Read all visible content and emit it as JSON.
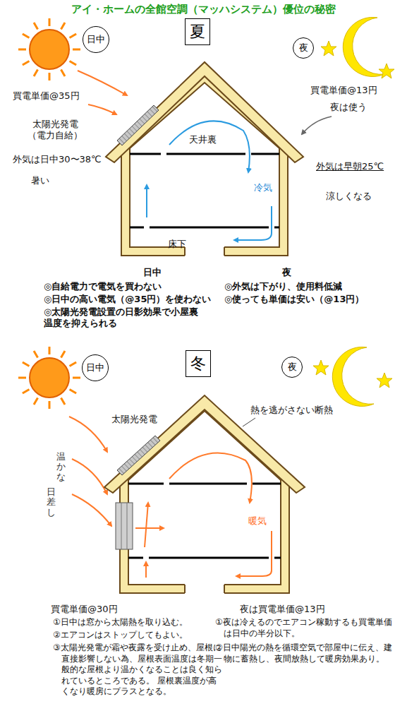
{
  "diagram": {
    "title": "アイ・ホームの全館空調（マッハシステム）優位の秘密",
    "nodes": [
      {
        "text": [
          "夏"
        ]
      },
      {
        "text": [
          "日中"
        ]
      },
      {
        "text": [
          "夜"
        ]
      },
      {
        "text": [
          "冬"
        ]
      },
      {
        "text": [
          "日中"
        ]
      },
      {
        "text": [
          "夜"
        ]
      }
    ],
    "labels": [
      "買電単価@35円",
      "太陽光発電 （電力自給）",
      "外気は日中30〜38℃",
      "暑い",
      "天井裏",
      "冷気",
      "床下",
      "買電単価@13円",
      "夜は使う",
      "外気は早朝25℃",
      "涼しくなる",
      "日中",
      "夜",
      "◎自給電力で電気を買わない",
      "◎日中の高い電気（@35円）を使わない",
      "◎太陽光発電設置の日影効果で小屋裏 温度を抑えられる",
      "◎外気は下がり、使用料低減",
      "◎使っても単価は安い（@13円）",
      "太陽光発電",
      "熱を逃がさない断熱",
      "温かな",
      "日差し",
      "暖気",
      "買電単価@30円",
      "夜は買電単価@13円",
      "①日中は窓から太陽熱を取り込む。",
      "②エアコンはストップしてもよい。",
      "③太陽光発電が霜や夜露を受け止め、屋根に直接影響しない為、屋根表面温度は冬期一般的な屋根より温かくなることは良く知られているところである。 屋根裏温度が高くなり暖房にプラスとなる。",
      "①夜は冷えるのでエアコン稼動するも買電単価は日中の半分以下。",
      "②日中陽光の熱を循環空気で部屋中に伝え、建物に蓄熱し、夜間放熱して暖房効果あり。"
    ]
  }
}
